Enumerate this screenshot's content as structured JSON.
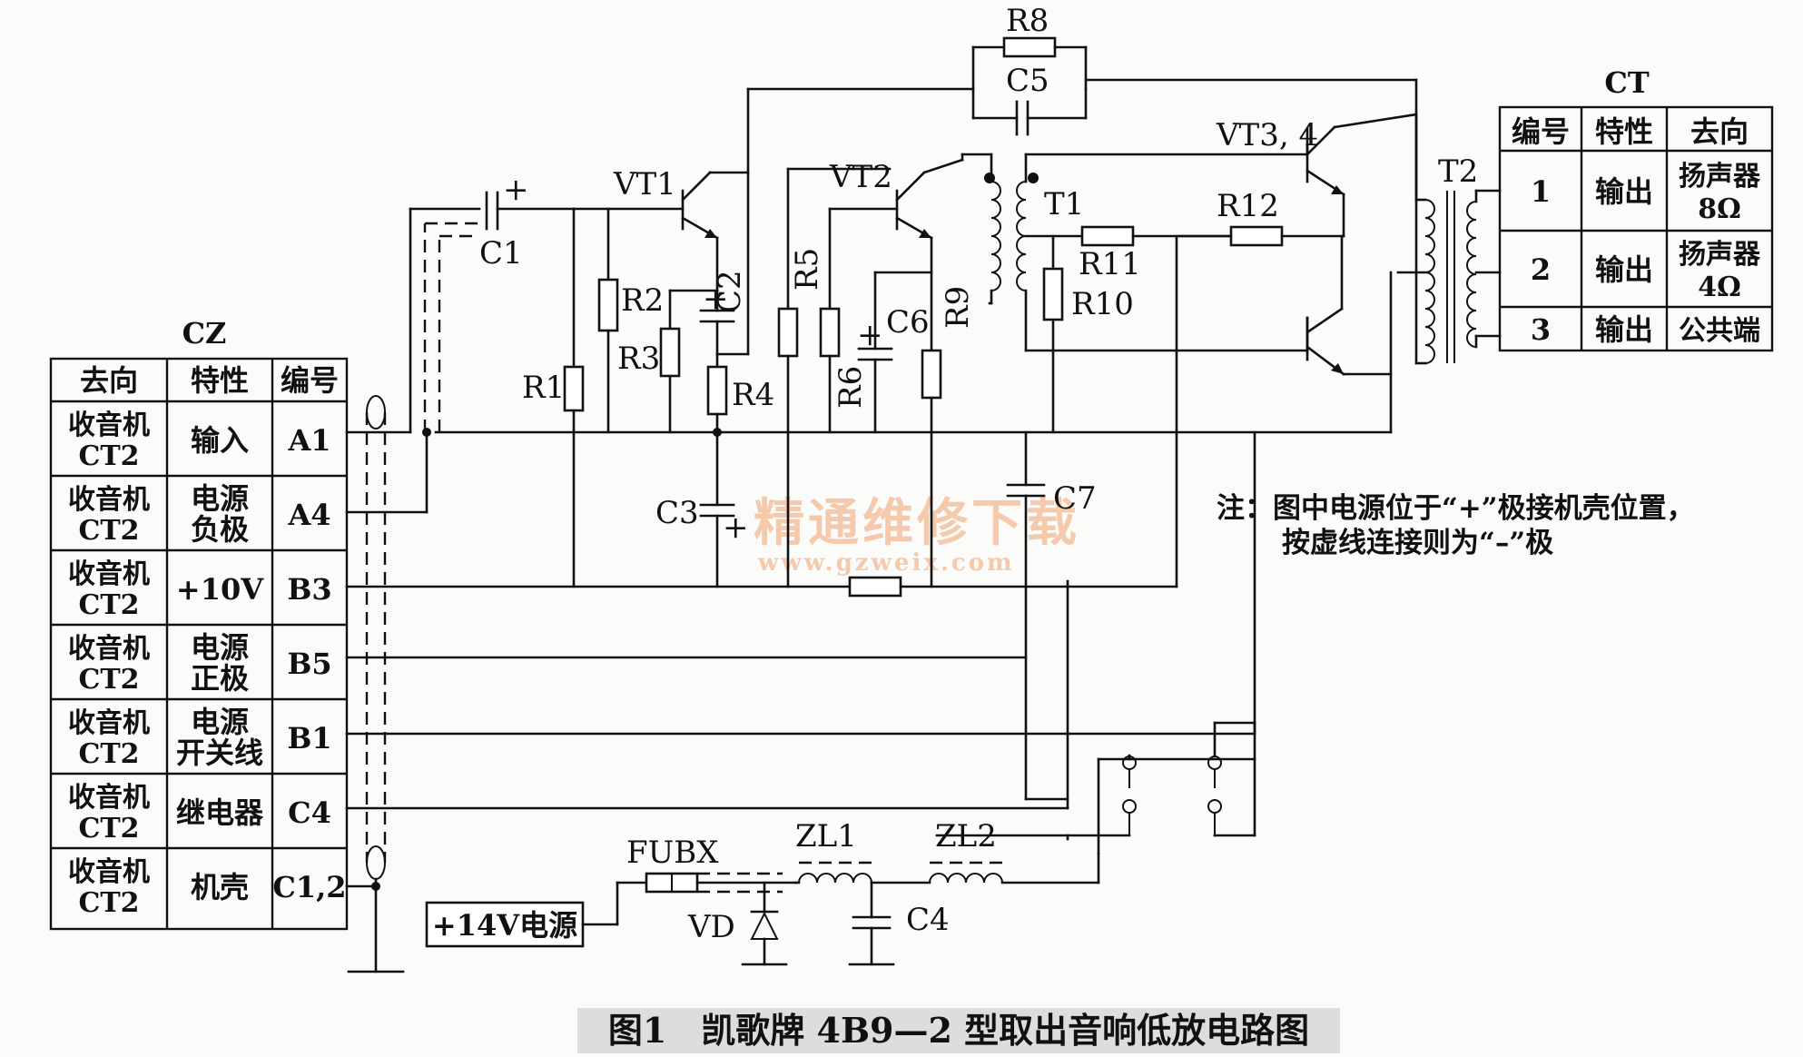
{
  "components": {
    "R1": "R1",
    "R2": "R2",
    "R3": "R3",
    "R4": "R4",
    "R5": "R5",
    "R6": "R6",
    "R8": "R8",
    "R9": "R9",
    "R10": "R10",
    "R11": "R11",
    "R12": "R12",
    "C1": "C1",
    "C2": "C2",
    "C3": "C3",
    "C4": "C4",
    "C5": "C5",
    "C6": "C6",
    "C7": "C7",
    "VT1": "VT1",
    "VT2": "VT2",
    "VT34": "VT3, 4",
    "T1": "T1",
    "T2": "T2",
    "ZL1": "ZL1",
    "ZL2": "ZL2",
    "FUBX": "FUBX",
    "VD": "VD",
    "power_box": "+14V电源",
    "plus": "+"
  },
  "cz_table": {
    "title": "CZ",
    "headers": [
      "去向",
      "特性",
      "编号"
    ],
    "rows": [
      {
        "dest1": "收音机",
        "dest2": "CT2",
        "prop1": "输入",
        "prop2": "",
        "code": "A1"
      },
      {
        "dest1": "收音机",
        "dest2": "CT2",
        "prop1": "电源",
        "prop2": "负极",
        "code": "A4"
      },
      {
        "dest1": "收音机",
        "dest2": "CT2",
        "prop1": "+10V",
        "prop2": "",
        "code": "B3"
      },
      {
        "dest1": "收音机",
        "dest2": "CT2",
        "prop1": "电源",
        "prop2": "正极",
        "code": "B5"
      },
      {
        "dest1": "收音机",
        "dest2": "CT2",
        "prop1": "电源",
        "prop2": "开关线",
        "code": "B1"
      },
      {
        "dest1": "收音机",
        "dest2": "CT2",
        "prop1": "继电器",
        "prop2": "",
        "code": "C4"
      },
      {
        "dest1": "收音机",
        "dest2": "CT2",
        "prop1": "机壳",
        "prop2": "",
        "code": "C1,2"
      }
    ]
  },
  "ct_table": {
    "title": "CT",
    "headers": [
      "编号",
      "特性",
      "去向"
    ],
    "rows": [
      {
        "code": "1",
        "prop": "输出",
        "dest1": "扬声器",
        "dest2": "8Ω"
      },
      {
        "code": "2",
        "prop": "输出",
        "dest1": "扬声器",
        "dest2": "4Ω"
      },
      {
        "code": "3",
        "prop": "输出",
        "dest1": "公共端",
        "dest2": ""
      }
    ]
  },
  "note": {
    "line1": "注：图中电源位于“+”极接机壳位置，",
    "line2": "按虚线连接则为“–”极"
  },
  "watermark": {
    "text": "精通维修下载",
    "url": "www.gzweix.com"
  },
  "caption": "图1　凯歌牌 4B9—2 型取出音响低放电路图"
}
